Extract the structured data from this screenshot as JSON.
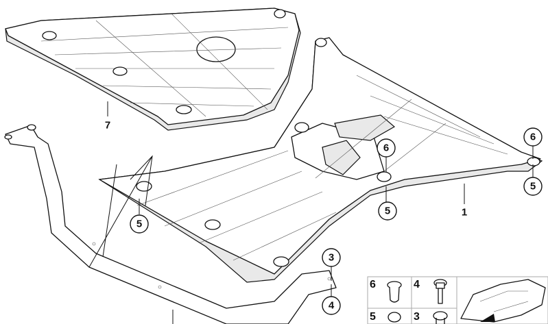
{
  "callouts": {
    "part_7": "7",
    "part_1": "1",
    "c6a": "6",
    "c5a": "5",
    "c6b": "6",
    "c5b": "5",
    "c5c": "5",
    "c3": "3",
    "c4": "4"
  },
  "legend": {
    "items": [
      "6",
      "4",
      "5",
      "3"
    ]
  }
}
